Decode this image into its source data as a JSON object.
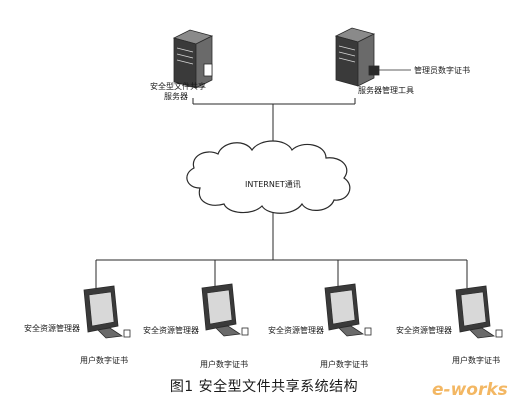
{
  "diagram": {
    "caption": "图1 安全型文件共享系统结构",
    "cloud_label": "INTERNET通讯",
    "file_server": {
      "line1": "安全型文件共享",
      "line2": "服务器"
    },
    "admin_server": {
      "cert_label": "管理员数字证书",
      "tool_label": "服务器管理工具"
    },
    "clients": [
      {
        "manager_label": "安全资源管理器",
        "cert_label": "用户数字证书"
      },
      {
        "manager_label": "安全资源管理器",
        "cert_label": "用户数字证书"
      },
      {
        "manager_label": "安全资源管理器",
        "cert_label": "用户数字证书"
      },
      {
        "manager_label": "安全资源管理器",
        "cert_label": "用户数字证书"
      }
    ],
    "watermark": "e-works"
  },
  "colors": {
    "line": "#2a2a2a",
    "device_dark": "#3a3a3a",
    "device_mid": "#8a8a8a",
    "device_light": "#d8d8d8",
    "watermark": "#f0a030"
  }
}
